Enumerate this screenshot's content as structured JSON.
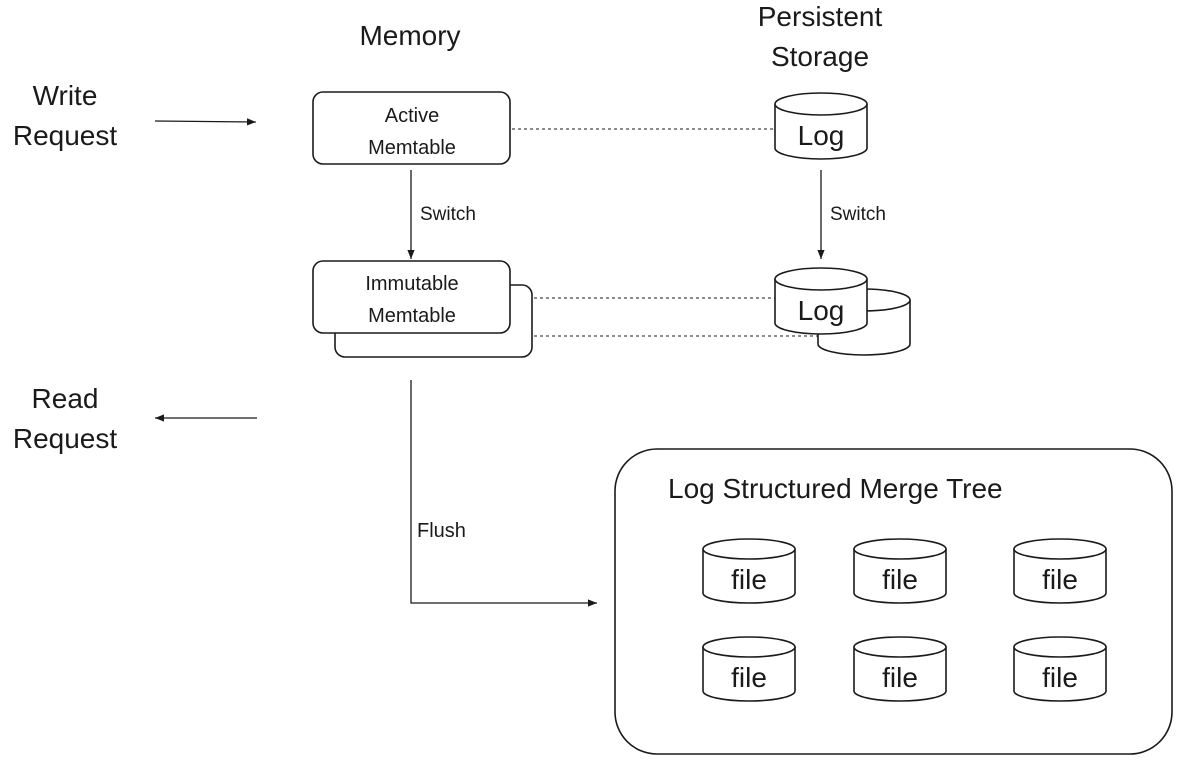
{
  "headers": {
    "memory": "Memory",
    "storage_line1": "Persistent",
    "storage_line2": "Storage"
  },
  "requests": {
    "write_line1": "Write",
    "write_line2": "Request",
    "read_line1": "Read",
    "read_line2": "Request"
  },
  "memtables": {
    "active_line1": "Active",
    "active_line2": "Memtable",
    "immutable_line1": "Immutable",
    "immutable_line2": "Memtable"
  },
  "logs": {
    "active_log": "Log",
    "immutable_log": "Log"
  },
  "edges": {
    "switch_memory": "Switch",
    "switch_storage": "Switch",
    "flush": "Flush"
  },
  "lsm": {
    "title": "Log Structured Merge Tree",
    "files": [
      "file",
      "file",
      "file",
      "file",
      "file",
      "file"
    ]
  }
}
